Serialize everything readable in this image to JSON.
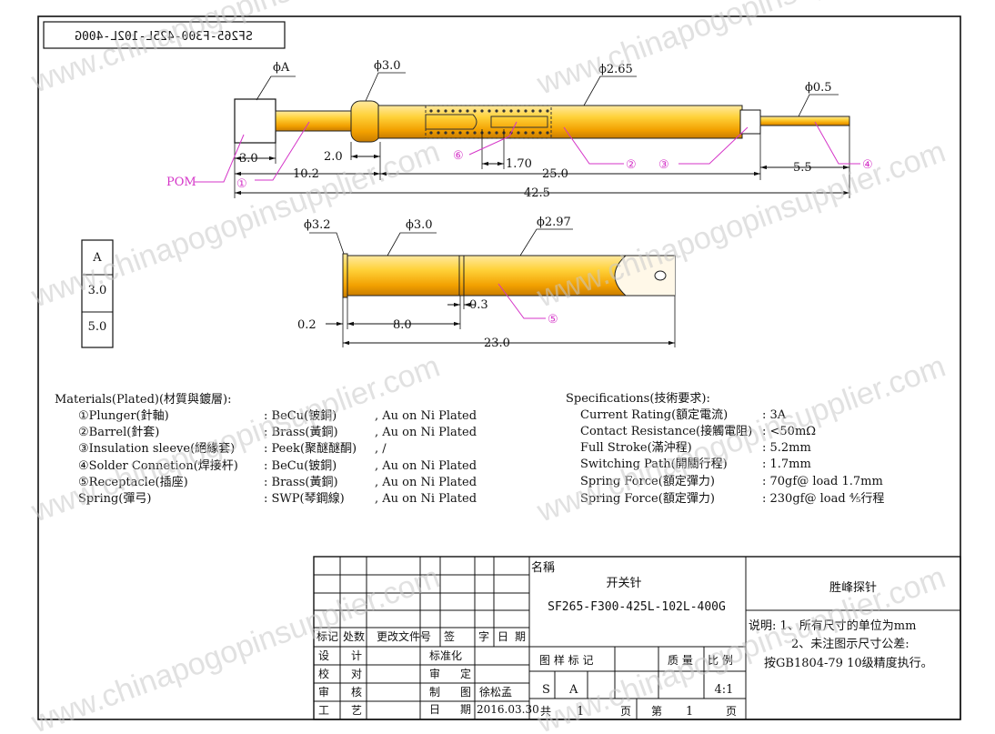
{
  "part_code_mirrored": "SF265-F300-425L-102L-400G",
  "dims": {
    "phi_a": "ϕA",
    "phi_30": "ϕ3.0",
    "phi_265": "ϕ2.65",
    "phi_05": "ϕ0.5",
    "d30": "3.0",
    "d20": "2.0",
    "d102": "10.2",
    "d170": "1.70",
    "d250": "25.0",
    "d55": "5.5",
    "d425": "42.5",
    "phi_32": "ϕ3.2",
    "phi_30b": "ϕ3.0",
    "phi_297": "ϕ2.97",
    "d02": "0.2",
    "d80": "8.0",
    "d03": "0.3",
    "d230": "23.0"
  },
  "callouts": {
    "pom": "POM",
    "c1": "①",
    "c2": "②",
    "c3": "③",
    "c4": "④",
    "c5": "⑤",
    "c6": "⑥"
  },
  "a_table": {
    "header": "A",
    "values": [
      "3.0",
      "5.0"
    ]
  },
  "materials": {
    "title": "Materials(Plated)(材質與鍍層):",
    "rows": [
      {
        "part": "①Plunger(針軸)",
        "material": ":  BeCu(铍銅)",
        "plating": ",   Au on Ni Plated"
      },
      {
        "part": "②Barrel(針套)",
        "material": ":  Brass(黃銅)",
        "plating": ",   Au on Ni Plated"
      },
      {
        "part": "③Insulation sleeve(絕緣套)",
        "material": ":  Peek(聚醚醚酮)",
        "plating": ",   /"
      },
      {
        "part": "④Solder Connetion(焊接杆)",
        "material": ":  BeCu(铍銅)",
        "plating": ",   Au on Ni Plated"
      },
      {
        "part": "⑤Receptacle(插座)",
        "material": ":  Brass(黃銅)",
        "plating": ",   Au on Ni Plated"
      },
      {
        "part": "Spring(彈弓)",
        "material": ":  SWP(琴鋼線)",
        "plating": ",  Au on Ni Plated"
      }
    ]
  },
  "specs": {
    "title": "Specifications(技術要求):",
    "rows": [
      {
        "name": "Current Rating(額定電流)",
        "value": ":  3A"
      },
      {
        "name": "Contact Resistance(接觸電阻)",
        "value": ":  <50mΩ"
      },
      {
        "name": "Full Stroke(滿沖程)",
        "value": ":  5.2mm"
      },
      {
        "name": "Switching Path(開關行程)",
        "value": ":  1.7mm"
      },
      {
        "name": "Spring Force(額定彈力)",
        "value": ":  70gf@ load 1.7mm"
      },
      {
        "name": "Spring Force(額定彈力)",
        "value": ":  230gf@ load ⅘行程"
      }
    ]
  },
  "title_block": {
    "name_label": "名稱",
    "product_name": "开关针",
    "part_code": "SF265-F300-425L-102L-400G",
    "company": "胜峰探针",
    "note1": "说明: 1、所有尺寸的单位为mm",
    "note2": "2、未注图示尺寸公差:",
    "note3": "按GB1804-79 10级精度执行。",
    "rev_headers": [
      "标记",
      "处数",
      "更改文件号",
      "签",
      "字",
      "日",
      "期"
    ],
    "roles": [
      "设",
      "计",
      "校",
      "对",
      "审",
      "核",
      "工",
      "艺"
    ],
    "standardize": "标准化",
    "review": "审",
    "review2": "定",
    "drawing": "制",
    "drawing2": "图",
    "date_label": "日",
    "date_label2": "期",
    "drafter": "徐松孟",
    "date": "2016.03.30",
    "mark_header": "图 样 标 记",
    "mass_header": "质 量",
    "scale_header": "比 例",
    "mark_s": "S",
    "mark_a": "A",
    "scale": "4:1",
    "total": "共",
    "total_num": "1",
    "page_unit": "页",
    "sheet": "第",
    "sheet_num": "1",
    "page_unit2": "页"
  },
  "watermark": "www.chinapogopinsupplier.com"
}
